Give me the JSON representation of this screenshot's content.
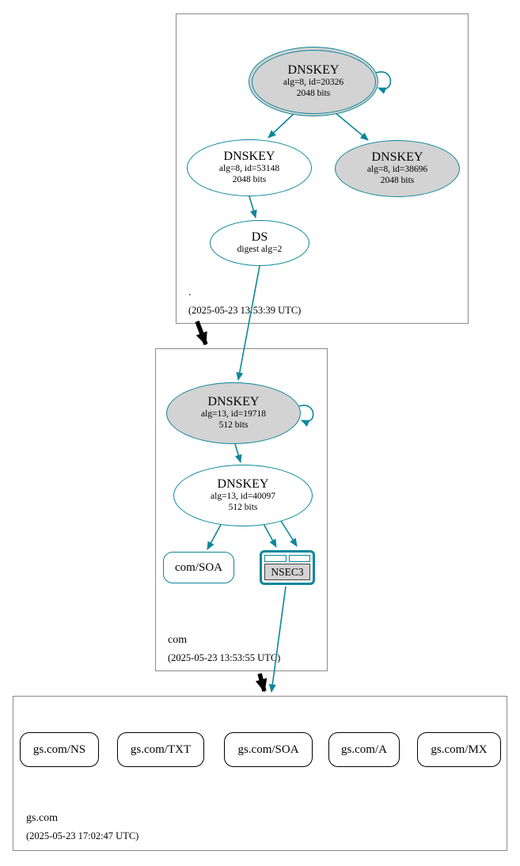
{
  "colors": {
    "secure": "#0a879a",
    "ksk_fill": "#d3d3d3",
    "node_fill": "#ffffff",
    "zone_border": "#8a8a8a",
    "delegation": "#000000"
  },
  "zones": {
    "root": {
      "name": ".",
      "timestamp": "(2025-05-23 13:53:39 UTC)",
      "ksk": {
        "title": "DNSKEY",
        "line1": "alg=8, id=20326",
        "line2": "2048 bits"
      },
      "zsk": {
        "title": "DNSKEY",
        "line1": "alg=8, id=53148",
        "line2": "2048 bits"
      },
      "dnskey3": {
        "title": "DNSKEY",
        "line1": "alg=8, id=38696",
        "line2": "2048 bits"
      },
      "ds": {
        "title": "DS",
        "line1": "digest alg=2"
      }
    },
    "com": {
      "name": "com",
      "timestamp": "(2025-05-23 13:53:55 UTC)",
      "ksk": {
        "title": "DNSKEY",
        "line1": "alg=13, id=19718",
        "line2": "512 bits"
      },
      "zsk": {
        "title": "DNSKEY",
        "line1": "alg=13, id=40097",
        "line2": "512 bits"
      },
      "soa": {
        "label": "com/SOA"
      },
      "nsec3": {
        "label": "NSEC3"
      }
    },
    "gscom": {
      "name": "gs.com",
      "timestamp": "(2025-05-23 17:02:47 UTC)",
      "rrsets": [
        {
          "label": "gs.com/NS"
        },
        {
          "label": "gs.com/TXT"
        },
        {
          "label": "gs.com/SOA"
        },
        {
          "label": "gs.com/A"
        },
        {
          "label": "gs.com/MX"
        }
      ]
    }
  }
}
